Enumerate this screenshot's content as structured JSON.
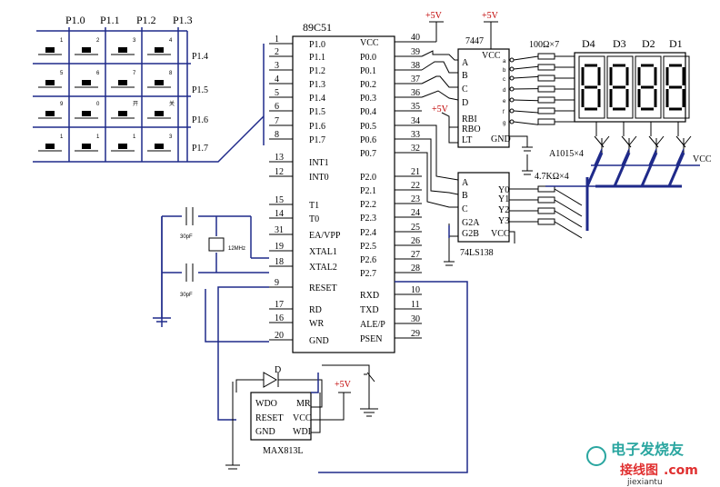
{
  "mcu": {
    "name": "89C51",
    "left_pins": [
      {
        "num": "1",
        "label": "P1.0"
      },
      {
        "num": "2",
        "label": "P1.1"
      },
      {
        "num": "3",
        "label": "P1.2"
      },
      {
        "num": "4",
        "label": "P1.3"
      },
      {
        "num": "5",
        "label": "P1.4"
      },
      {
        "num": "6",
        "label": "P1.5"
      },
      {
        "num": "7",
        "label": "P1.6"
      },
      {
        "num": "8",
        "label": "P1.7"
      },
      {
        "num": "13",
        "label": "INT1"
      },
      {
        "num": "12",
        "label": "INT0"
      },
      {
        "num": "15",
        "label": "T1"
      },
      {
        "num": "14",
        "label": "T0"
      },
      {
        "num": "31",
        "label": "EA/VPP"
      },
      {
        "num": "19",
        "label": "XTAL1"
      },
      {
        "num": "18",
        "label": "XTAL2"
      },
      {
        "num": "9",
        "label": "RESET"
      },
      {
        "num": "17",
        "label": "RD"
      },
      {
        "num": "16",
        "label": "WR"
      },
      {
        "num": "20",
        "label": "GND"
      }
    ],
    "right_pins": [
      {
        "num": "40",
        "label": "VCC"
      },
      {
        "num": "39",
        "label": "P0.0"
      },
      {
        "num": "38",
        "label": "P0.1"
      },
      {
        "num": "37",
        "label": "P0.2"
      },
      {
        "num": "36",
        "label": "P0.3"
      },
      {
        "num": "35",
        "label": "P0.4"
      },
      {
        "num": "34",
        "label": "P0.5"
      },
      {
        "num": "33",
        "label": "P0.6"
      },
      {
        "num": "32",
        "label": "P0.7"
      },
      {
        "num": "21",
        "label": "P2.0"
      },
      {
        "num": "22",
        "label": "P2.1"
      },
      {
        "num": "23",
        "label": "P2.2"
      },
      {
        "num": "24",
        "label": "P2.3"
      },
      {
        "num": "25",
        "label": "P2.4"
      },
      {
        "num": "26",
        "label": "P2.5"
      },
      {
        "num": "27",
        "label": "P2.6"
      },
      {
        "num": "28",
        "label": "P2.7"
      },
      {
        "num": "10",
        "label": "RXD"
      },
      {
        "num": "11",
        "label": "TXD"
      },
      {
        "num": "30",
        "label": "ALE/P"
      },
      {
        "num": "29",
        "label": "PSEN"
      }
    ]
  },
  "keypad": {
    "col_labels": [
      "P1.0",
      "P1.1",
      "P1.2",
      "P1.3"
    ],
    "row_labels": [
      "P1.4",
      "P1.5",
      "P1.6",
      "P1.7"
    ],
    "key_labels": [
      "1",
      "2",
      "3",
      "4",
      "5",
      "6",
      "7",
      "8",
      "9",
      "0",
      "开",
      "关",
      "1",
      "1",
      "1",
      "3"
    ]
  },
  "dec7447": {
    "name": "7447",
    "inputs": [
      "A",
      "B",
      "C",
      "D"
    ],
    "ctrl": [
      "RBI",
      "RBO",
      "LT"
    ],
    "vcc": "VCC",
    "gnd": "GND",
    "outs": [
      "a",
      "b",
      "c",
      "d",
      "e",
      "f",
      "g"
    ]
  },
  "dec138": {
    "name": "74LS138",
    "inputs": [
      "A",
      "B",
      "C"
    ],
    "enables": [
      "G2A",
      "G2B"
    ],
    "outs": [
      "Y0",
      "Y1",
      "Y2",
      "Y3"
    ],
    "vcc": "VCC"
  },
  "resistors_top": "100Ω×7",
  "resistors_bot": "4.7KΩ×4",
  "digits": [
    "D4",
    "D3",
    "D2",
    "D1"
  ],
  "transistor": "A1015×4",
  "vcc_label": "VCC",
  "supply": [
    "+5V",
    "+5V",
    "+5V",
    "+5V"
  ],
  "crystal": "12MHz",
  "caps": [
    "30pF",
    "30pF"
  ],
  "wd": {
    "name": "MAX813L",
    "pins_left": [
      "WDO",
      "RESET",
      "GND"
    ],
    "pins_right": [
      "MR",
      "VCC",
      "WDI"
    ],
    "diode": "D"
  },
  "watermark": {
    "line1": "电子发烧友",
    "line2": "接线图",
    "line3": ".com",
    "line4": "jiexiantu"
  }
}
